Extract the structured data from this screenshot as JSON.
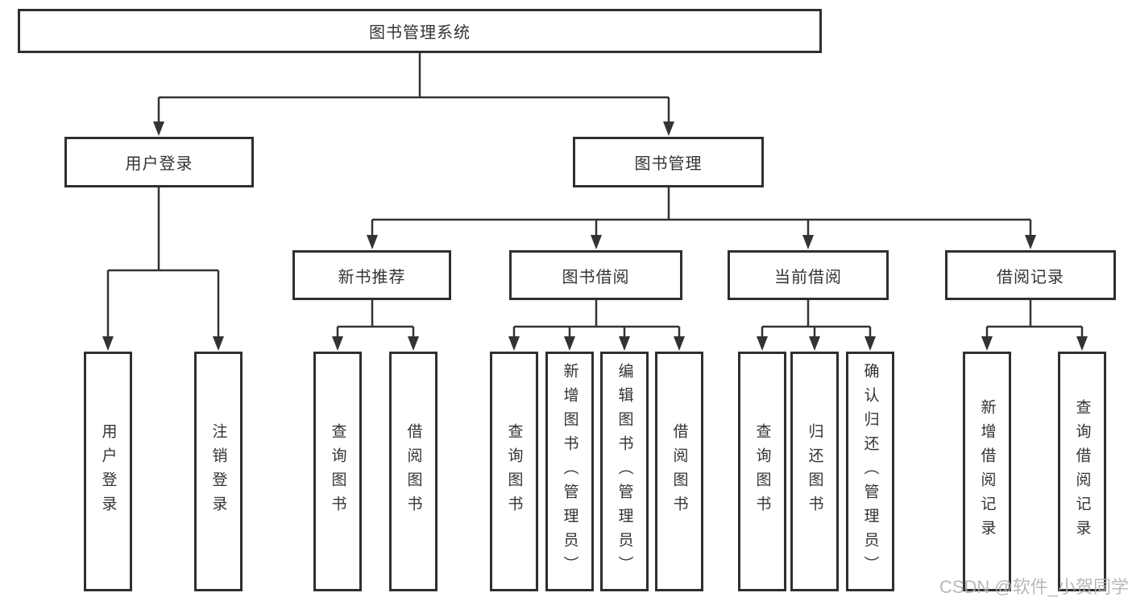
{
  "tree": {
    "label": "图书管理系统",
    "children": [
      {
        "label": "用户登录",
        "children": [
          {
            "label": "用户登录"
          },
          {
            "label": "注销登录"
          }
        ]
      },
      {
        "label": "图书管理",
        "children": [
          {
            "label": "新书推荐",
            "children": [
              {
                "label": "查询图书"
              },
              {
                "label": "借阅图书"
              }
            ]
          },
          {
            "label": "图书借阅",
            "children": [
              {
                "label": "查询图书"
              },
              {
                "label": "新增图书（管理员）"
              },
              {
                "label": "编辑图书（管理员）"
              },
              {
                "label": "借阅图书"
              }
            ]
          },
          {
            "label": "当前借阅",
            "children": [
              {
                "label": "查询图书"
              },
              {
                "label": "归还图书"
              },
              {
                "label": "确认归还（管理员）"
              }
            ]
          },
          {
            "label": "借阅记录",
            "children": [
              {
                "label": "新增借阅记录"
              },
              {
                "label": "查询借阅记录"
              }
            ]
          }
        ]
      }
    ]
  },
  "watermark": {
    "text": "CSDN @软件_小贺同学"
  },
  "colors": {
    "line": "#333333",
    "box_border": "#2f2f2f",
    "text": "#333333",
    "watermark": "#b0b0b0",
    "background": "#ffffff"
  }
}
